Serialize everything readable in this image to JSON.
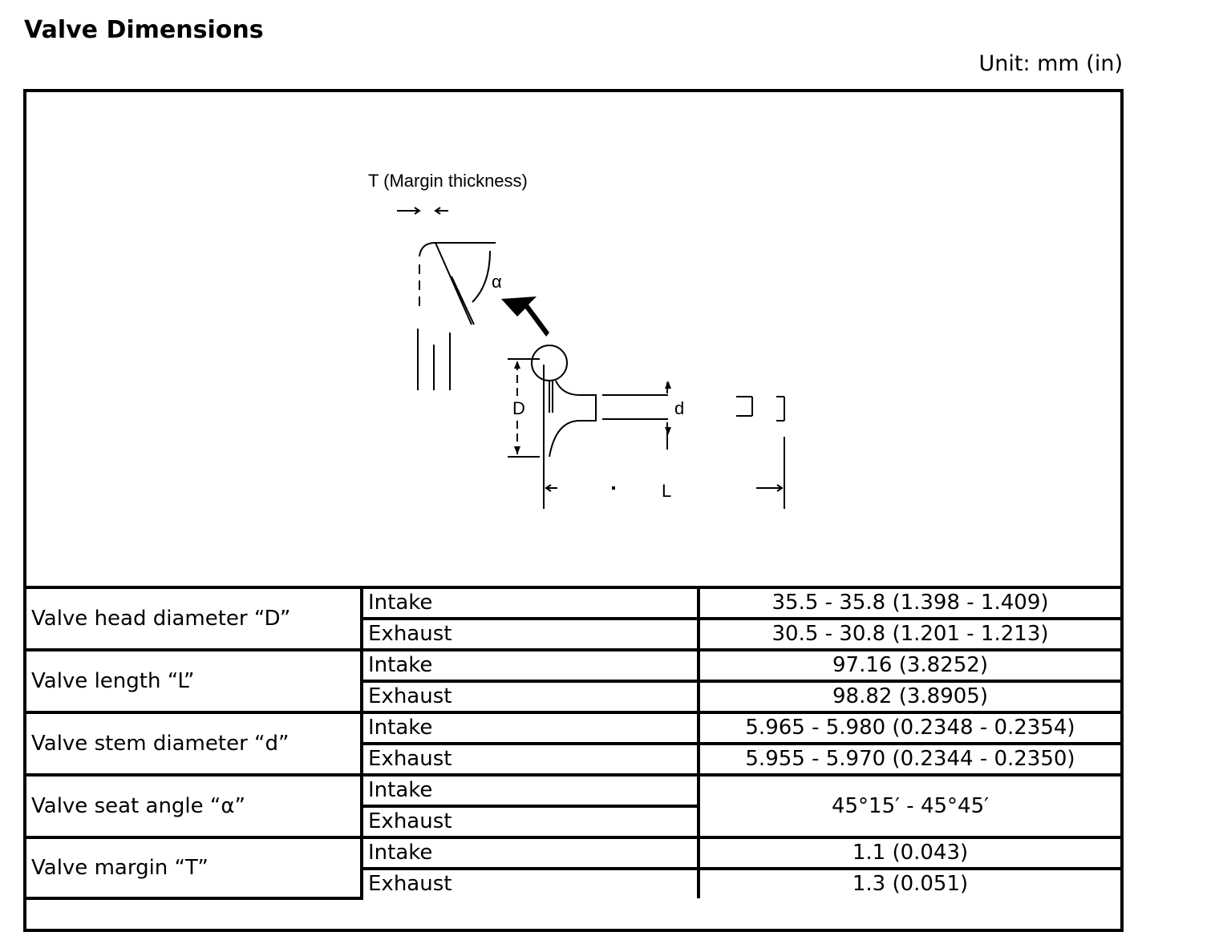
{
  "title": "Valve Dimensions",
  "unit_label": "Unit: mm (in)",
  "diagram": {
    "margin_label": "T (Margin thickness)",
    "alpha_label": "α",
    "D_label": "D",
    "d_label": "d",
    "L_label": "L"
  },
  "rows": [
    {
      "param": "Valve head diameter “D”",
      "items": [
        {
          "type": "Intake",
          "value": "35.5 - 35.8 (1.398 - 1.409)"
        },
        {
          "type": "Exhaust",
          "value": "30.5 - 30.8 (1.201 - 1.213)"
        }
      ]
    },
    {
      "param": "Valve length “L”",
      "items": [
        {
          "type": "Intake",
          "value": "97.16 (3.8252)"
        },
        {
          "type": "Exhaust",
          "value": "98.82 (3.8905)"
        }
      ]
    },
    {
      "param": "Valve stem diameter “d”",
      "items": [
        {
          "type": "Intake",
          "value": "5.965 - 5.980 (0.2348 - 0.2354)"
        },
        {
          "type": "Exhaust",
          "value": "5.955 - 5.970 (0.2344 - 0.2350)"
        }
      ]
    },
    {
      "param": "Valve seat angle “α”",
      "shared_value": "45°15′ - 45°45′",
      "items": [
        {
          "type": "Intake"
        },
        {
          "type": "Exhaust"
        }
      ]
    },
    {
      "param": "Valve margin “T”",
      "items": [
        {
          "type": "Intake",
          "value": "1.1 (0.043)"
        },
        {
          "type": "Exhaust",
          "value": "1.3 (0.051)"
        }
      ]
    }
  ]
}
